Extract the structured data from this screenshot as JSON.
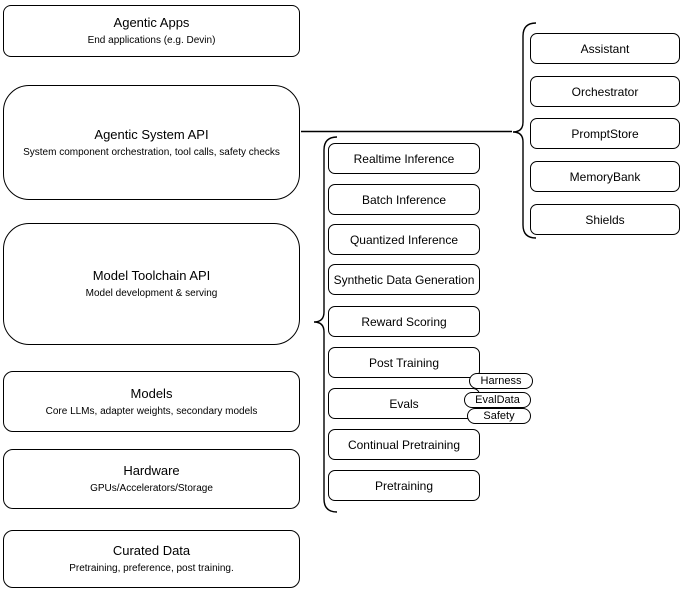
{
  "diagram": {
    "colors": {
      "stroke": "#000000",
      "fill": "#ffffff",
      "background": "#ffffff"
    },
    "left_column": {
      "boxes": [
        {
          "title": "Agentic Apps",
          "subtitle": "End applications (e.g. Devin)"
        },
        {
          "title": "Agentic System API",
          "subtitle": "System component orchestration, tool calls, safety checks"
        },
        {
          "title": "Model Toolchain API",
          "subtitle": "Model development & serving"
        },
        {
          "title": "Models",
          "subtitle": "Core LLMs, adapter weights, secondary models"
        },
        {
          "title": "Hardware",
          "subtitle": "GPUs/Accelerators/Storage"
        },
        {
          "title": "Curated Data",
          "subtitle": "Pretraining, preference, post training."
        }
      ]
    },
    "toolchain_group": {
      "items": [
        {
          "label": "Realtime Inference"
        },
        {
          "label": "Batch Inference"
        },
        {
          "label": "Quantized Inference"
        },
        {
          "label": "Synthetic Data Generation"
        },
        {
          "label": "Reward Scoring"
        },
        {
          "label": "Post Training"
        },
        {
          "label": "Evals"
        },
        {
          "label": "Continual Pretraining"
        },
        {
          "label": "Pretraining"
        }
      ],
      "evals_tags": [
        {
          "label": "Harness"
        },
        {
          "label": "EvalData"
        },
        {
          "label": "Safety"
        }
      ]
    },
    "system_group": {
      "items": [
        {
          "label": "Assistant"
        },
        {
          "label": "Orchestrator"
        },
        {
          "label": "PromptStore"
        },
        {
          "label": "MemoryBank"
        },
        {
          "label": "Shields"
        }
      ]
    }
  }
}
